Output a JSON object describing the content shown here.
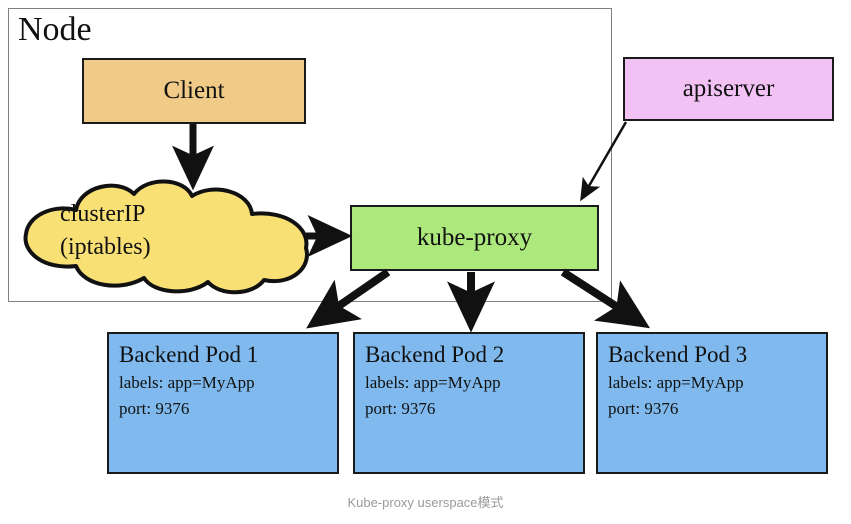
{
  "diagram": {
    "caption": "Kube-proxy userspace模式",
    "node": {
      "label": "Node"
    },
    "nodes": {
      "client": {
        "label": "Client",
        "color": "#F0CA87"
      },
      "apiserver": {
        "label": "apiserver",
        "color": "#F2C2F5"
      },
      "kube_proxy": {
        "label": "kube-proxy",
        "color": "#ADE87C"
      },
      "cluster_ip": {
        "line1": "clusterIP",
        "line2": "(iptables)",
        "color": "#F8E075"
      }
    },
    "pods": [
      {
        "title": "Backend Pod 1",
        "labels": "labels: app=MyApp",
        "port": "port: 9376",
        "color": "#7FB9ED"
      },
      {
        "title": "Backend Pod 2",
        "labels": "labels: app=MyApp",
        "port": "port: 9376",
        "color": "#7FB9ED"
      },
      {
        "title": "Backend Pod 3",
        "labels": "labels: app=MyApp",
        "port": "port: 9376",
        "color": "#7FB9ED"
      }
    ],
    "edges": [
      {
        "from": "client",
        "to": "cluster_ip"
      },
      {
        "from": "cluster_ip",
        "to": "kube_proxy"
      },
      {
        "from": "apiserver",
        "to": "kube_proxy"
      },
      {
        "from": "kube_proxy",
        "to": "pod_1"
      },
      {
        "from": "kube_proxy",
        "to": "pod_2"
      },
      {
        "from": "kube_proxy",
        "to": "pod_3"
      }
    ]
  }
}
